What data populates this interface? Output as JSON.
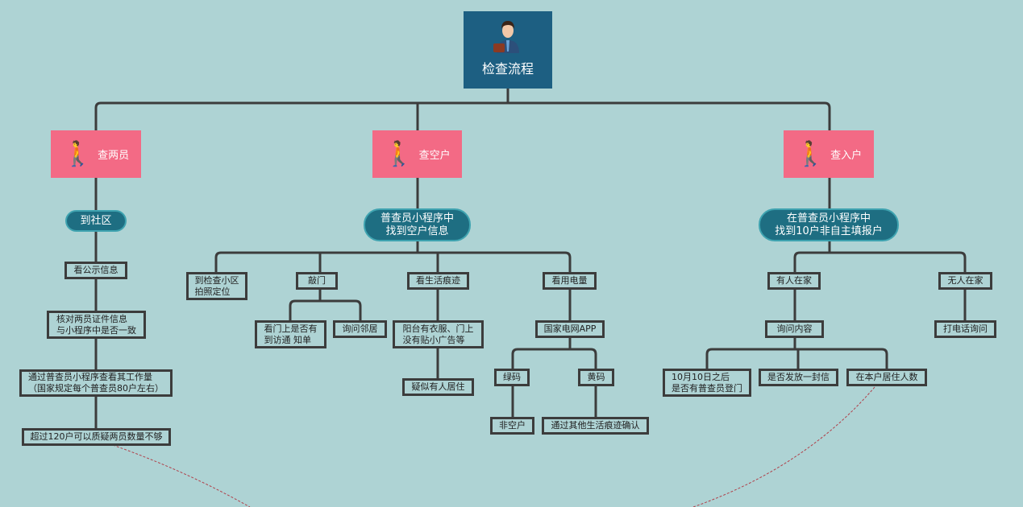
{
  "root": {
    "title": "检查流程",
    "icon": "businessman-icon"
  },
  "branches": [
    {
      "title": "查两员",
      "step": "到社区",
      "items": [
        "看公示信息",
        "核对两员证件信息\n与小程序中是否一致",
        "通过普查员小程序查看其工作量\n（国家规定每个普查员80户左右）",
        "超过120户可以质疑两员数量不够"
      ]
    },
    {
      "title": "查空户",
      "step": "普查员小程序中\n找到空户信息",
      "children": {
        "locate": "到检查小区\n拍照定位",
        "knock": "敲门",
        "knock_a": "看门上是否有\n到访通 知单",
        "knock_b": "询问邻居",
        "trace": "看生活痕迹",
        "trace_a": "阳台有衣服、门上\n没有贴小广告等",
        "trace_b": "疑似有人居住",
        "power": "看用电量",
        "power_app": "国家电网APP",
        "green": "绿码",
        "yellow": "黄码",
        "green_r": "非空户",
        "yellow_r": "通过其他生活痕迹确认"
      }
    },
    {
      "title": "查入户",
      "step": "在普查员小程序中\n找到10户非自主填报户",
      "children": {
        "home": "有人在家",
        "away": "无人在家",
        "ask": "询问内容",
        "call": "打电话询问",
        "q1": "10月10日之后\n是否有普查员登门",
        "q2": "是否发放一封信",
        "q3": "在本户居住人数"
      }
    }
  ],
  "colors": {
    "background": "#aed3d4",
    "branch": "#f36a85",
    "root": "#1d5f82",
    "pill": "#1e6e82"
  }
}
